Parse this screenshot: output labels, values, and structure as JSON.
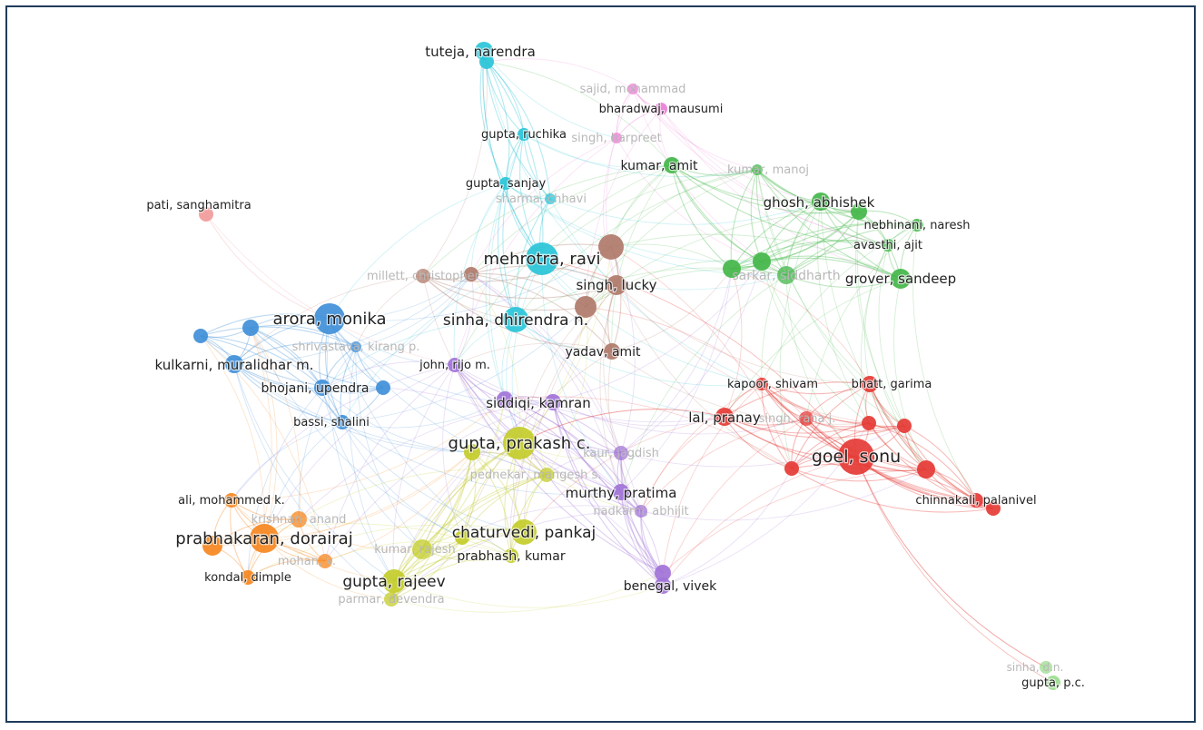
{
  "clusters": {
    "red": "#e53935",
    "green": "#43b649",
    "blue": "#3f8fd8",
    "yellow": "#c3cc2a",
    "purple": "#a173d8",
    "cyan": "#29c4d8",
    "orange": "#f5871f",
    "brown": "#b07a6a",
    "pink": "#ec7ed6",
    "salmon": "#f19a9a",
    "lightgreen": "#9bdc8e"
  },
  "authors": [
    {
      "label": "tuteja, narendra",
      "cluster": "cyan"
    },
    {
      "label": "sajid, mohammad",
      "cluster": "pink",
      "faded": true
    },
    {
      "label": "bharadwaj, mausumi",
      "cluster": "pink"
    },
    {
      "label": "gupta, ruchika",
      "cluster": "cyan"
    },
    {
      "label": "singh, harpreet",
      "cluster": "pink",
      "faded": true
    },
    {
      "label": "kumar, amit",
      "cluster": "green"
    },
    {
      "label": "kumar, manoj",
      "cluster": "green",
      "faded": true
    },
    {
      "label": "gupta, sanjay",
      "cluster": "cyan"
    },
    {
      "label": "sharma, chhavi",
      "cluster": "cyan",
      "faded": true
    },
    {
      "label": "pati, sanghamitra",
      "cluster": "salmon"
    },
    {
      "label": "ghosh, abhishek",
      "cluster": "green"
    },
    {
      "label": "nebhinani, naresh",
      "cluster": "green"
    },
    {
      "label": "avasthi, ajit",
      "cluster": "green"
    },
    {
      "label": "mehrotra, ravi",
      "cluster": "cyan"
    },
    {
      "label": "millett, christopher",
      "cluster": "brown",
      "faded": true
    },
    {
      "label": "sarkar, siddharth",
      "cluster": "green",
      "faded": true
    },
    {
      "label": "grover, sandeep",
      "cluster": "green"
    },
    {
      "label": "singh, lucky",
      "cluster": "brown"
    },
    {
      "label": "arora, monika",
      "cluster": "blue"
    },
    {
      "label": "sinha, dhirendra n.",
      "cluster": "cyan"
    },
    {
      "label": "shrivastava, kirang p.",
      "cluster": "blue",
      "faded": true
    },
    {
      "label": "yadav, amit",
      "cluster": "brown"
    },
    {
      "label": "kulkarni, muralidhar m.",
      "cluster": "blue"
    },
    {
      "label": "john, rijo m.",
      "cluster": "purple"
    },
    {
      "label": "kapoor, shivam",
      "cluster": "red"
    },
    {
      "label": "bhatt, garima",
      "cluster": "red"
    },
    {
      "label": "bhojani, upendra",
      "cluster": "blue"
    },
    {
      "label": "siddiqi, kamran",
      "cluster": "purple"
    },
    {
      "label": "lal, pranay",
      "cluster": "red"
    },
    {
      "label": "singh, rana j.",
      "cluster": "red",
      "faded": true
    },
    {
      "label": "bassi, shalini",
      "cluster": "blue"
    },
    {
      "label": "gupta, prakash c.",
      "cluster": "yellow"
    },
    {
      "label": "kaur, jagdish",
      "cluster": "purple",
      "faded": true
    },
    {
      "label": "goel, sonu",
      "cluster": "red"
    },
    {
      "label": "pednekar, mangesh s.",
      "cluster": "yellow",
      "faded": true
    },
    {
      "label": "murthy, pratima",
      "cluster": "purple"
    },
    {
      "label": "ali, mohammed k.",
      "cluster": "orange"
    },
    {
      "label": "chinnakali, palanivel",
      "cluster": "red"
    },
    {
      "label": "nadkarni, abhijit",
      "cluster": "purple",
      "faded": true
    },
    {
      "label": "krishnan, anand",
      "cluster": "orange",
      "faded": true
    },
    {
      "label": "chaturvedi, pankaj",
      "cluster": "yellow"
    },
    {
      "label": "prabhakaran, dorairaj",
      "cluster": "orange"
    },
    {
      "label": "kumar, rajesh",
      "cluster": "yellow",
      "faded": true
    },
    {
      "label": "prabhash, kumar",
      "cluster": "yellow"
    },
    {
      "label": "mohan, v.",
      "cluster": "orange",
      "faded": true
    },
    {
      "label": "kondal, dimple",
      "cluster": "orange"
    },
    {
      "label": "gupta, rajeev",
      "cluster": "yellow"
    },
    {
      "label": "benegal, vivek",
      "cluster": "purple"
    },
    {
      "label": "parmar, devendra",
      "cluster": "yellow",
      "faded": true
    },
    {
      "label": "sinha, d.n.",
      "cluster": "lightgreen",
      "faded": true
    },
    {
      "label": "gupta, p.c.",
      "cluster": "lightgreen"
    }
  ]
}
